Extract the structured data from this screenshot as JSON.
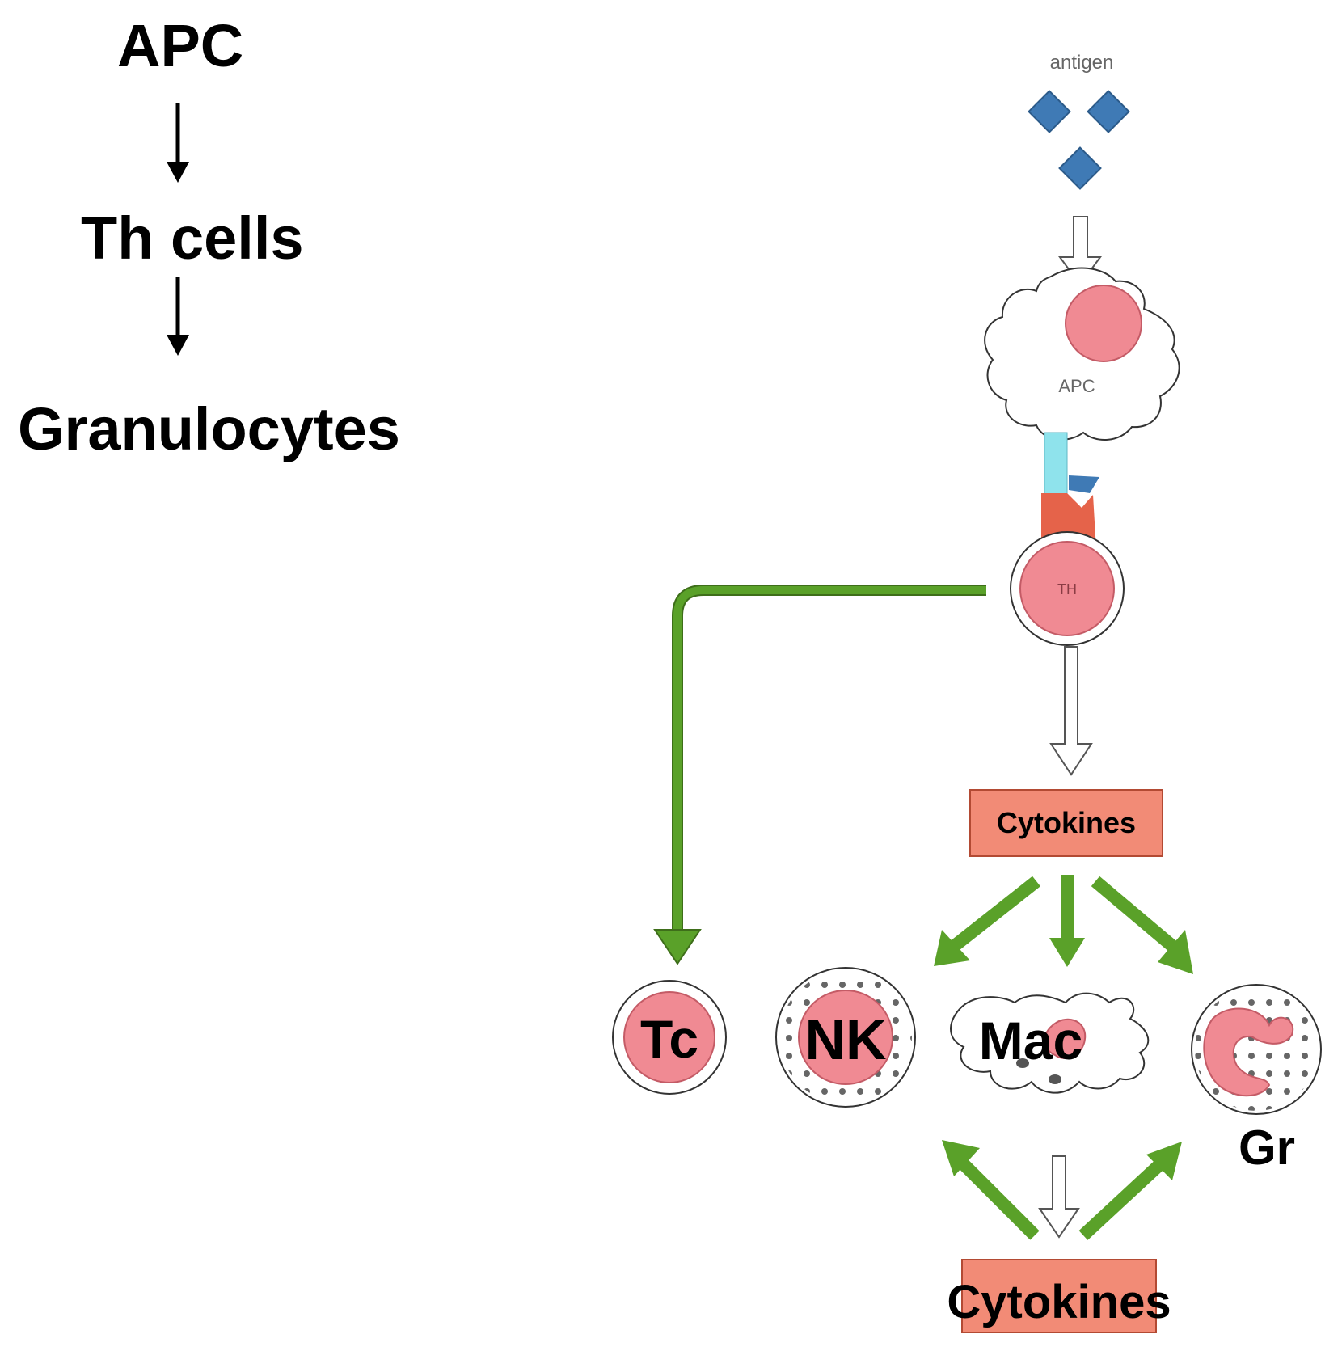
{
  "flow": {
    "step1": "APC",
    "step2": "Th cells",
    "step3": "Granulocytes"
  },
  "diagram": {
    "antigen_label": "antigen",
    "apc_label": "APC",
    "th_label": "TH",
    "cytokines_top": "Cytokines",
    "cytokines_bottom": "Cytokines",
    "cells": {
      "tc": "Tc",
      "nk": "NK",
      "mac": "Mac",
      "gr": "Gr"
    }
  },
  "colors": {
    "antigen": "#3f7ab5",
    "nucleus": "#f08a93",
    "cytokine_box": "#f28b76",
    "green_arrow": "#5aa129",
    "receptor_cyan": "#8fe3ec",
    "receptor_red": "#e5634a"
  }
}
